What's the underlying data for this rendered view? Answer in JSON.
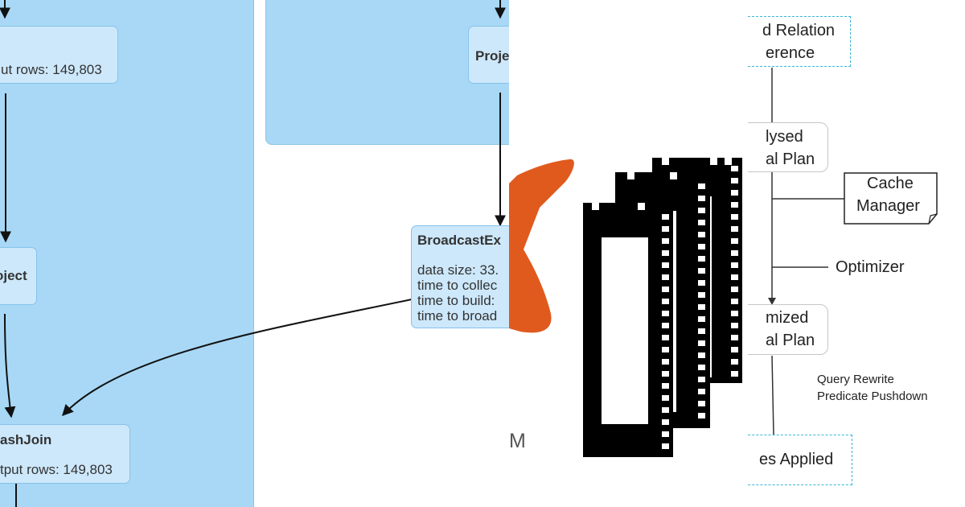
{
  "spark_plan": {
    "node_top_left_metric": "ut rows: 149,803",
    "node_project_left": "oject",
    "node_hashjoin": {
      "title": "ashJoin",
      "metric": "tput rows: 149,803"
    },
    "node_project_right": "Proje",
    "node_broadcast": {
      "title": "BroadcastEx",
      "metrics": [
        "data size: 33.",
        "time to collec",
        "time to build:",
        "time to broad"
      ]
    }
  },
  "logos": {
    "fragment_text": "M",
    "colors": {
      "orange": "#e05a1e",
      "black": "#000000"
    }
  },
  "catalyst": {
    "unresolved": [
      "d Relation",
      "erence"
    ],
    "analysed": [
      "lysed",
      "al Plan"
    ],
    "cache_manager": [
      "Cache",
      "Manager"
    ],
    "optimizer": "Optimizer",
    "optimized": [
      "mized",
      "al Plan"
    ],
    "rules": [
      "Query Rewrite",
      "Predicate Pushdown"
    ],
    "applied": "es Applied"
  },
  "colors": {
    "stage_bg": "#a8d8f5",
    "node_bg": "#cde8fb",
    "node_border": "#86c2ea",
    "dash_border": "#3ab5d9"
  }
}
